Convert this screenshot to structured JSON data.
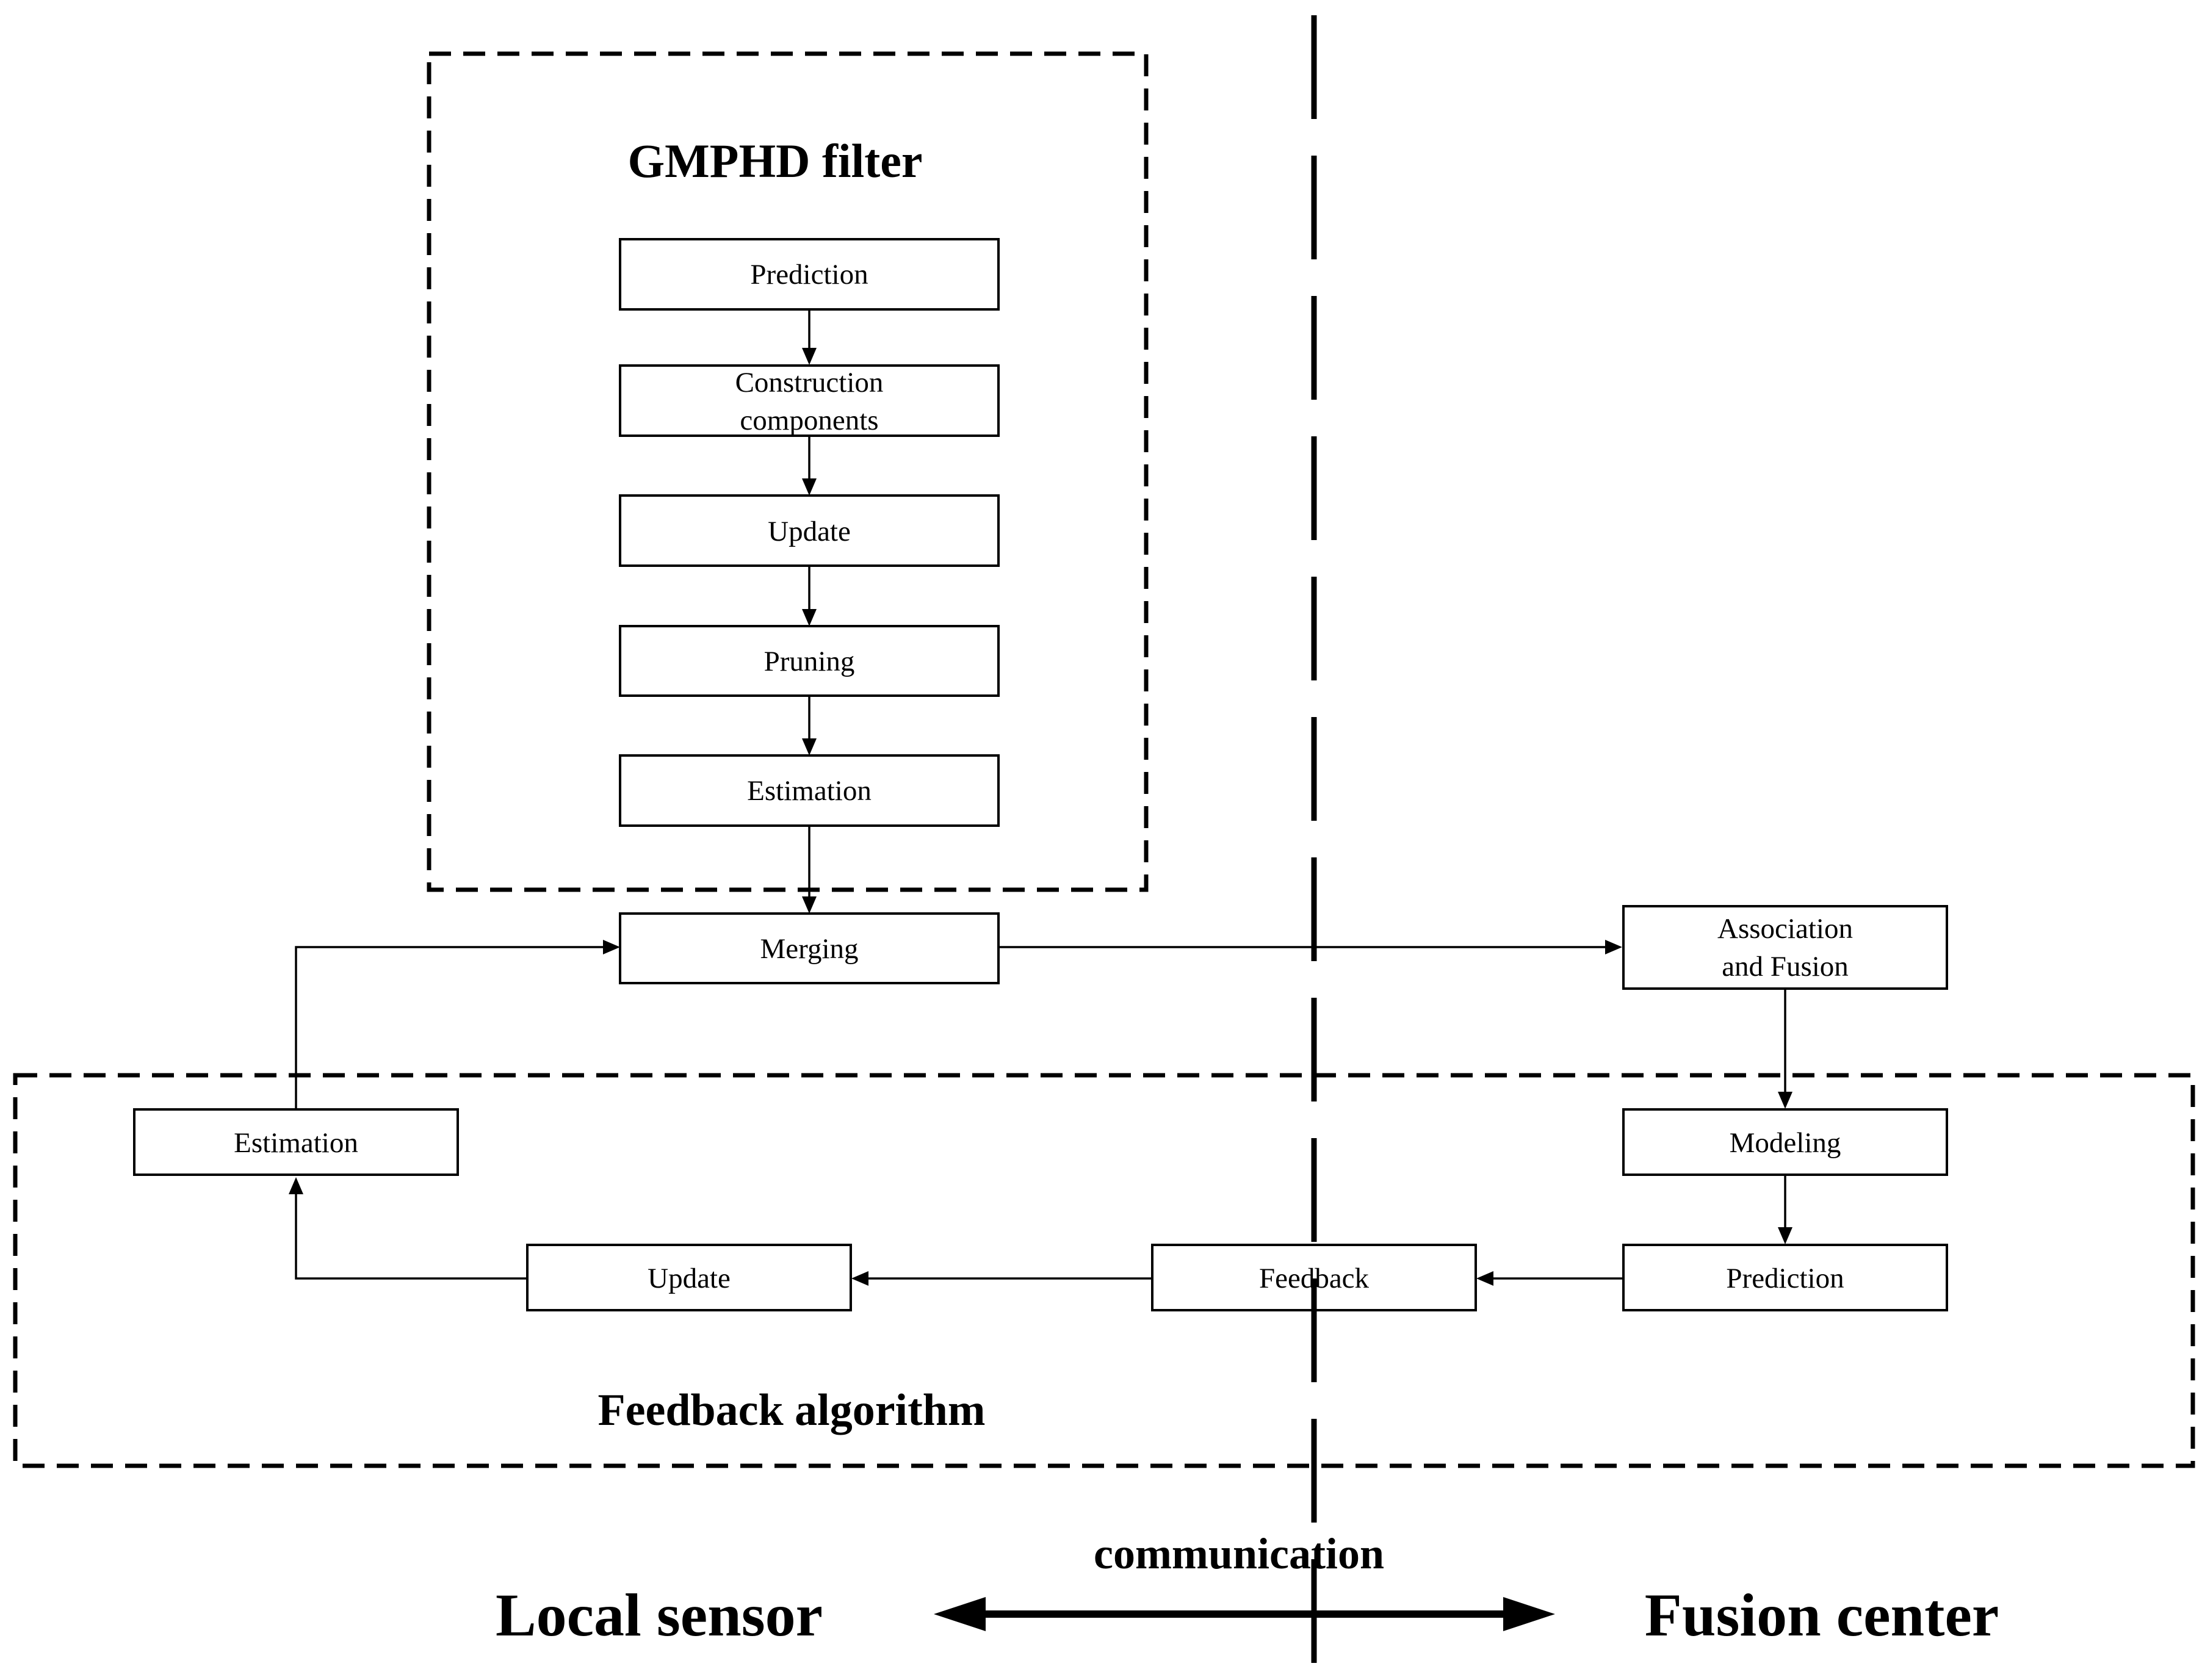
{
  "gmphd": {
    "title": "GMPHD filter",
    "steps": [
      "Prediction",
      "Construction\ncomponents",
      "Update",
      "Pruning",
      "Estimation"
    ]
  },
  "merging": "Merging",
  "fusion": {
    "association": "Association\nand Fusion",
    "modeling": "Modeling",
    "prediction": "Prediction"
  },
  "feedback": {
    "title": "Feedback algorithm",
    "feedback_box": "Feedback",
    "update": "Update",
    "estimation": "Estimation"
  },
  "footer": {
    "communication": "communication",
    "local": "Local sensor",
    "center": "Fusion center"
  }
}
